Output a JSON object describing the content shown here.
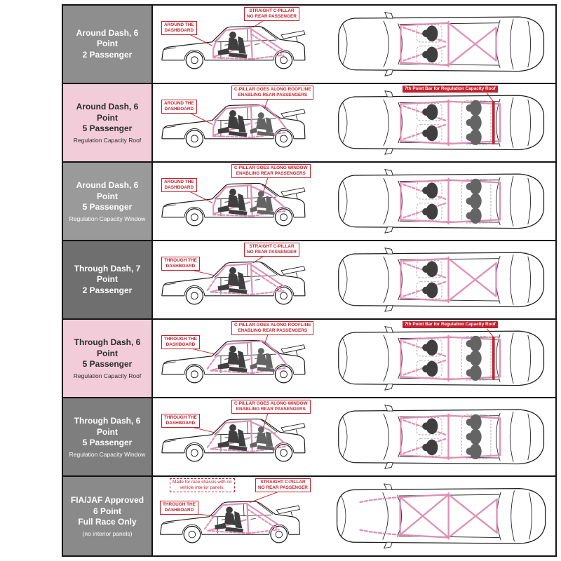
{
  "rows": [
    {
      "label": {
        "title": "Around Dash, 6 Point\n2 Passenger",
        "subtitle": "",
        "bg": "#8e8e8e",
        "fg": "#ffffff"
      },
      "side": {
        "dash_callout": "AROUND THE\nDASHBOARD",
        "pillar_callout": "STRAIGHT C-PILLAR\nNO REAR PASSENGER"
      },
      "top": {
        "tag": ""
      }
    },
    {
      "label": {
        "title": "Around Dash, 6 Point\n5 Passenger",
        "subtitle": "Regulation Capacity Roof",
        "bg": "#f2cdd9",
        "fg": "#2b2b2b"
      },
      "side": {
        "dash_callout": "AROUND THE\nDASHBOARD",
        "pillar_callout": "C-PILLAR GOES ALONG ROOFLINE\nENABLING REAR PASSENGERS"
      },
      "top": {
        "tag": "7th Point Bar for Regulation Capacity Roof"
      }
    },
    {
      "label": {
        "title": "Around Dash, 6 Point\n5 Passenger",
        "subtitle": "Regulation Capacity Window",
        "bg": "#9a9a9a",
        "fg": "#ffffff"
      },
      "side": {
        "dash_callout": "AROUND THE\nDASHBOARD",
        "pillar_callout": "C-PILLAR GOES ALONG WINDOW\nENABLING REAR PASSENGERS"
      },
      "top": {
        "tag": ""
      }
    },
    {
      "label": {
        "title": "Through Dash, 7 Point\n2 Passenger",
        "subtitle": "",
        "bg": "#6f6f6f",
        "fg": "#ffffff"
      },
      "side": {
        "dash_callout": "THROUGH THE\nDASHBOARD",
        "pillar_callout": "STRAIGHT C-PILLAR\nNO REAR PASSENGER"
      },
      "top": {
        "tag": ""
      }
    },
    {
      "label": {
        "title": "Through Dash, 6 Point\n5 Passenger",
        "subtitle": "Regulation Capacity Roof",
        "bg": "#f2cdd9",
        "fg": "#2b2b2b"
      },
      "side": {
        "dash_callout": "THROUGH THE\nDASHBOARD",
        "pillar_callout": "C-PILLAR GOES ALONG ROOFLINE\nENABLING REAR PASSENGERS"
      },
      "top": {
        "tag": "7th Point Bar for Regulation Capacity Roof"
      }
    },
    {
      "label": {
        "title": "Through Dash, 6 Point\n5 Passenger",
        "subtitle": "Regulation Capacity Window",
        "bg": "#7e7e7e",
        "fg": "#ffffff"
      },
      "side": {
        "dash_callout": "THROUGH THE\nDASHBOARD",
        "pillar_callout": "C-PILLAR GOES ALONG WINDOW\nENABLING REAR PASSENGERS"
      },
      "top": {
        "tag": ""
      }
    },
    {
      "label": {
        "title": "FIA/JAF Approved\n6 Point\nFull Race Only",
        "subtitle": "(no interior panels)",
        "bg": "#8a8a8a",
        "fg": "#ffffff"
      },
      "side": {
        "note_callout": "Made for race chassis with no\nvehicle interior panels.",
        "dash_callout": "THROUGH THE\nDASHBOARD",
        "pillar_callout": "STRAIGHT C-PILLAR\nNO REAR PASSENGER"
      },
      "top": {
        "tag": ""
      }
    }
  ],
  "colors": {
    "cage_pink": "#e08fb4",
    "annotation_red": "#c2222e",
    "figure_dark": "#3f3f3f",
    "figure_light": "#646464"
  }
}
